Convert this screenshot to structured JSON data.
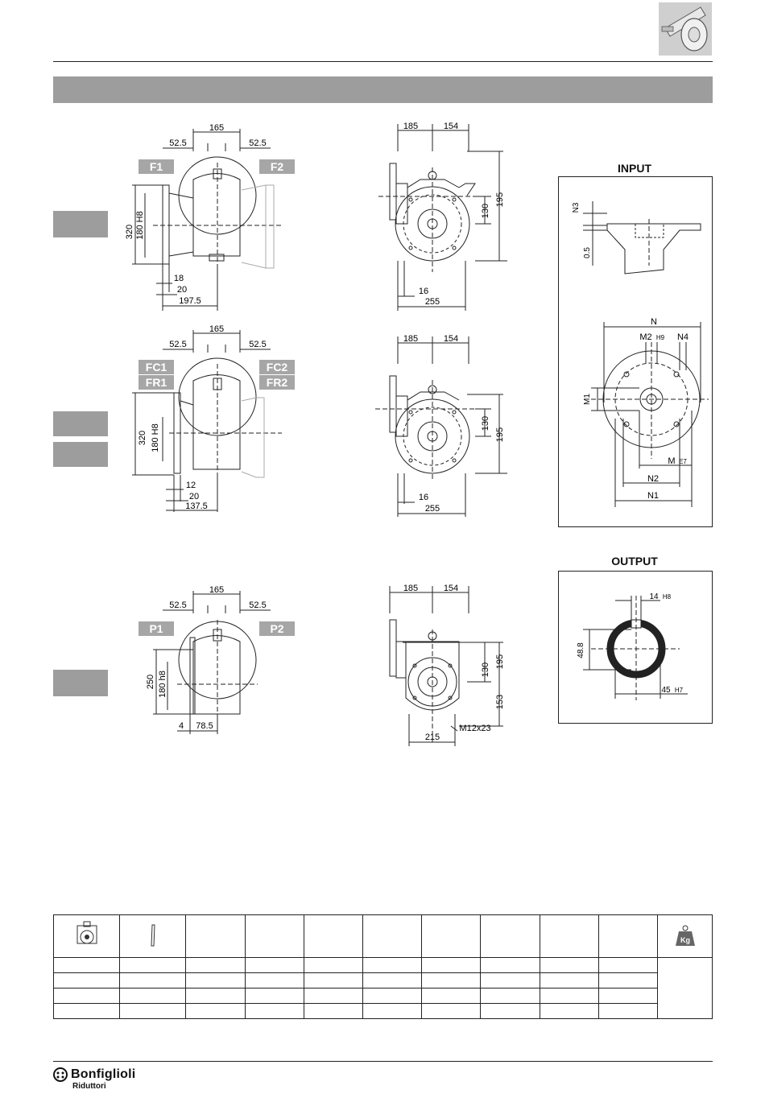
{
  "labels": {
    "f1": "F1",
    "f2": "F2",
    "fc1": "FC1",
    "fc2": "FC2",
    "fr1": "FR1",
    "fr2": "FR2",
    "p1": "P1",
    "p2": "P2"
  },
  "row1": {
    "side": {
      "top": "165",
      "left": "52.5",
      "right": "52.5",
      "h1": "320",
      "h2": "180 H8",
      "b1": "18",
      "b2": "20",
      "b3": "197.5"
    },
    "front": {
      "w1": "185",
      "w2": "154",
      "v1": "130",
      "v2": "195",
      "b1": "16",
      "b2": "255"
    }
  },
  "row2": {
    "side": {
      "top": "165",
      "left": "52.5",
      "right": "52.5",
      "h1": "320",
      "h2": "180 H8",
      "b1": "12",
      "b2": "20",
      "b3": "137.5"
    },
    "front": {
      "w1": "185",
      "w2": "154",
      "v1": "130",
      "v2": "195",
      "b1": "16",
      "b2": "255"
    }
  },
  "row3": {
    "side": {
      "top": "165",
      "left": "52.5",
      "right": "52.5",
      "h1": "250",
      "h2": "180 h8",
      "b1": "4",
      "b2": "78.5"
    },
    "front": {
      "w1": "185",
      "w2": "154",
      "v1": "130",
      "v2": "195",
      "v3": "153",
      "thread": "M12x23",
      "b1": "215"
    }
  },
  "input_panel": {
    "title": "INPUT",
    "n3": "N3",
    "d05": "0.5",
    "n": "N",
    "m2": "M2",
    "m2_tol": "H9",
    "n4": "N4",
    "m1": "M1",
    "m": "M",
    "m_tol": "E7",
    "n2": "N2",
    "n1": "N1"
  },
  "output_panel": {
    "title": "OUTPUT",
    "key": "14",
    "key_tol": "H8",
    "height": "48.8",
    "bore": "45",
    "bore_tol": "H7"
  },
  "table": {
    "weight_icon_text": "Kg",
    "data_rows": 4
  },
  "brand": {
    "name": "Bonfiglioli",
    "sub": "Riduttori"
  }
}
